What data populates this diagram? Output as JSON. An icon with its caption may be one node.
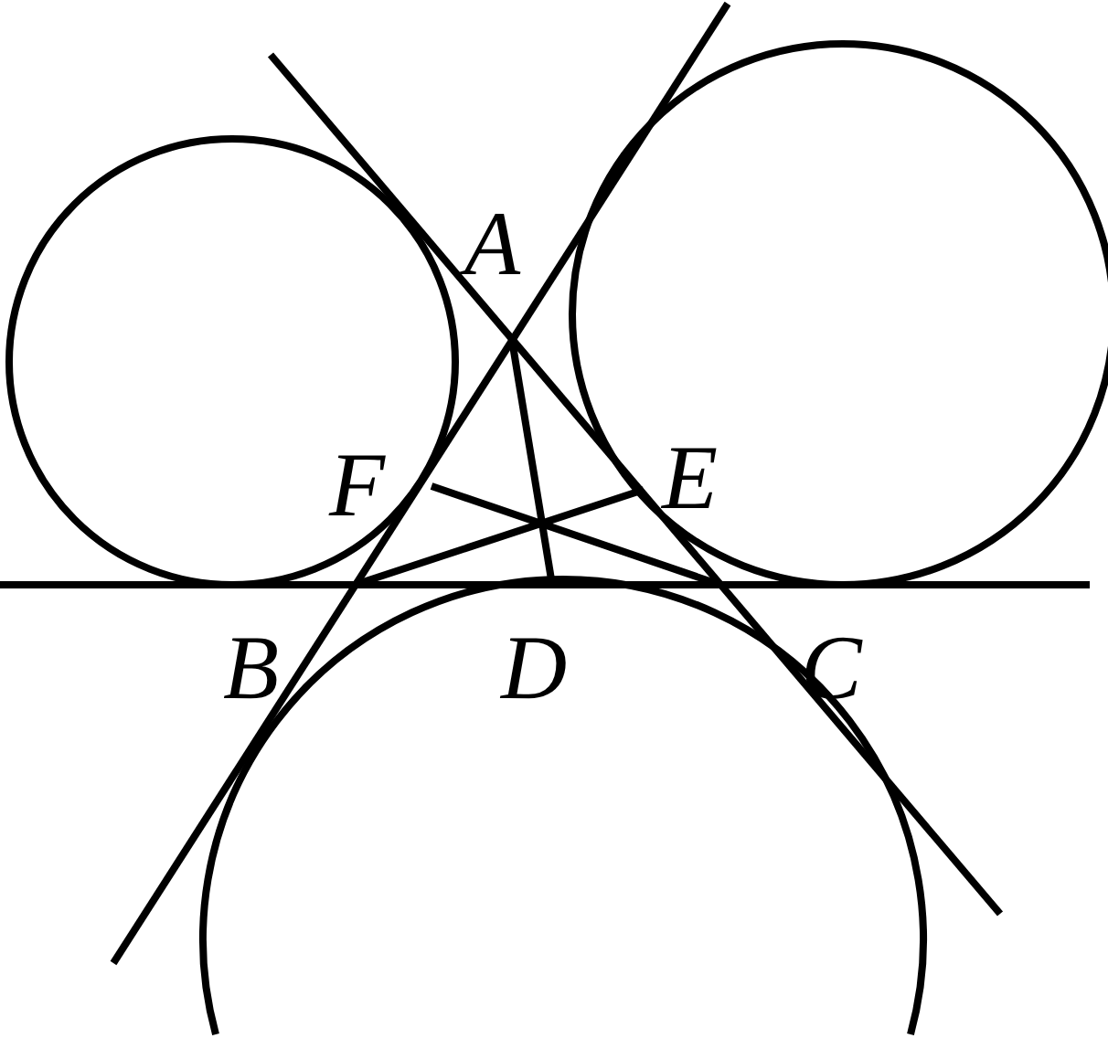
{
  "diagram": {
    "labels": [
      "A",
      "F",
      "E",
      "B",
      "D",
      "C"
    ]
  }
}
